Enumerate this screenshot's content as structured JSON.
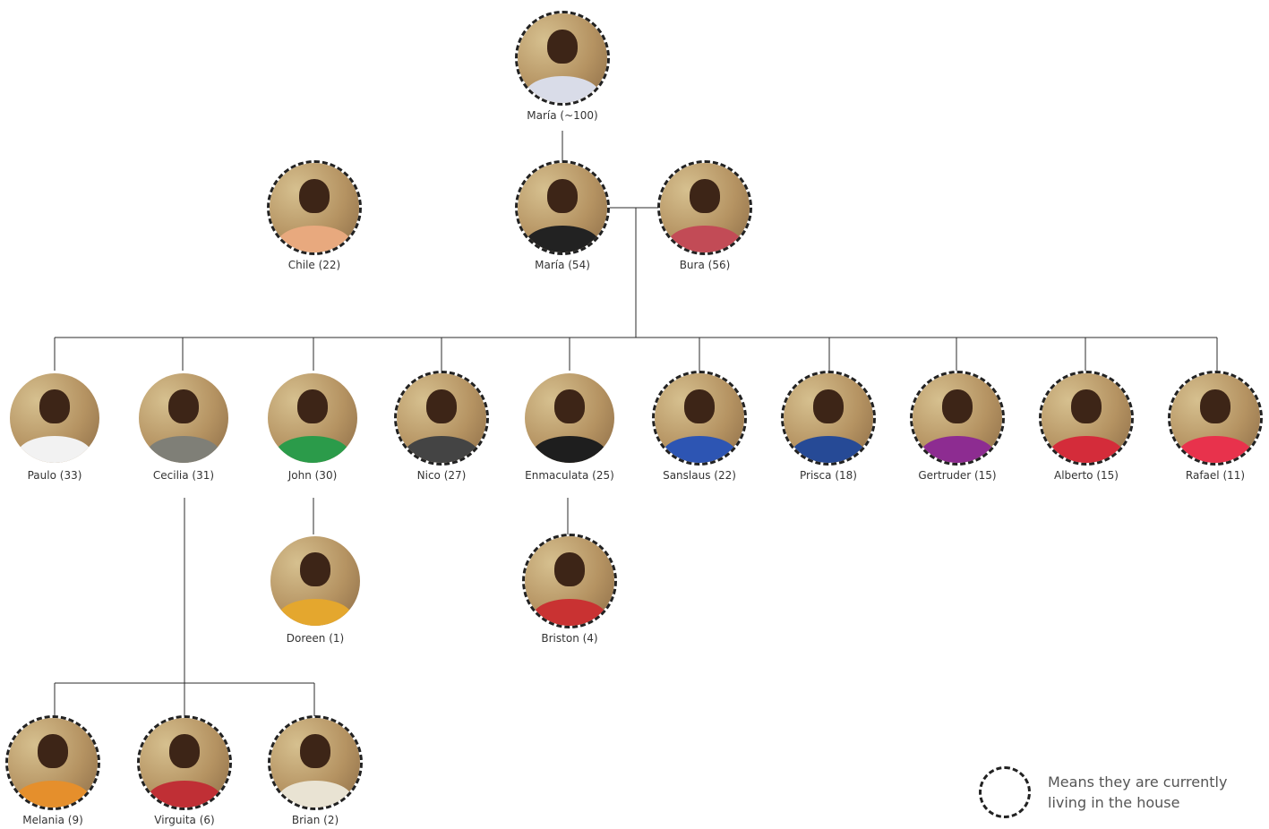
{
  "legend": {
    "text": "Means they are currently living in the house"
  },
  "people": [
    {
      "id": "maria-elder",
      "label": "María (~100)",
      "living_in_house": true,
      "clothing": "#d9dce8"
    },
    {
      "id": "chile",
      "label": "Chile (22)",
      "living_in_house": true,
      "clothing": "#e8a97e"
    },
    {
      "id": "maria",
      "label": "María (54)",
      "living_in_house": true,
      "clothing": "#222222"
    },
    {
      "id": "bura",
      "label": "Bura (56)",
      "living_in_house": true,
      "clothing": "#c24b56"
    },
    {
      "id": "paulo",
      "label": "Paulo (33)",
      "living_in_house": false,
      "clothing": "#f2f2f2"
    },
    {
      "id": "cecilia",
      "label": "Cecilia (31)",
      "living_in_house": false,
      "clothing": "#7f7f77"
    },
    {
      "id": "john",
      "label": "John (30)",
      "living_in_house": false,
      "clothing": "#2b9b4a"
    },
    {
      "id": "nico",
      "label": "Nico (27)",
      "living_in_house": true,
      "clothing": "#444444"
    },
    {
      "id": "enmaculata",
      "label": "Enmaculata (25)",
      "living_in_house": false,
      "clothing": "#1e1e1e"
    },
    {
      "id": "sanslaus",
      "label": "Sanslaus (22)",
      "living_in_house": true,
      "clothing": "#2d55b3"
    },
    {
      "id": "prisca",
      "label": "Prisca (18)",
      "living_in_house": true,
      "clothing": "#264a96"
    },
    {
      "id": "gertruder",
      "label": "Gertruder (15)",
      "living_in_house": true,
      "clothing": "#8d2c91"
    },
    {
      "id": "alberto",
      "label": "Alberto (15)",
      "living_in_house": true,
      "clothing": "#d42c3a"
    },
    {
      "id": "rafael",
      "label": "Rafael (11)",
      "living_in_house": true,
      "clothing": "#e8324c"
    },
    {
      "id": "doreen",
      "label": "Doreen (1)",
      "living_in_house": false,
      "clothing": "#e4a72e"
    },
    {
      "id": "briston",
      "label": "Briston (4)",
      "living_in_house": true,
      "clothing": "#c93232"
    },
    {
      "id": "melania",
      "label": "Melania (9)",
      "living_in_house": true,
      "clothing": "#e58f2c"
    },
    {
      "id": "virguita",
      "label": "Virguita (6)",
      "living_in_house": true,
      "clothing": "#c02f35"
    },
    {
      "id": "brian",
      "label": "Brian (2)",
      "living_in_house": true,
      "clothing": "#e9e3d3"
    }
  ]
}
